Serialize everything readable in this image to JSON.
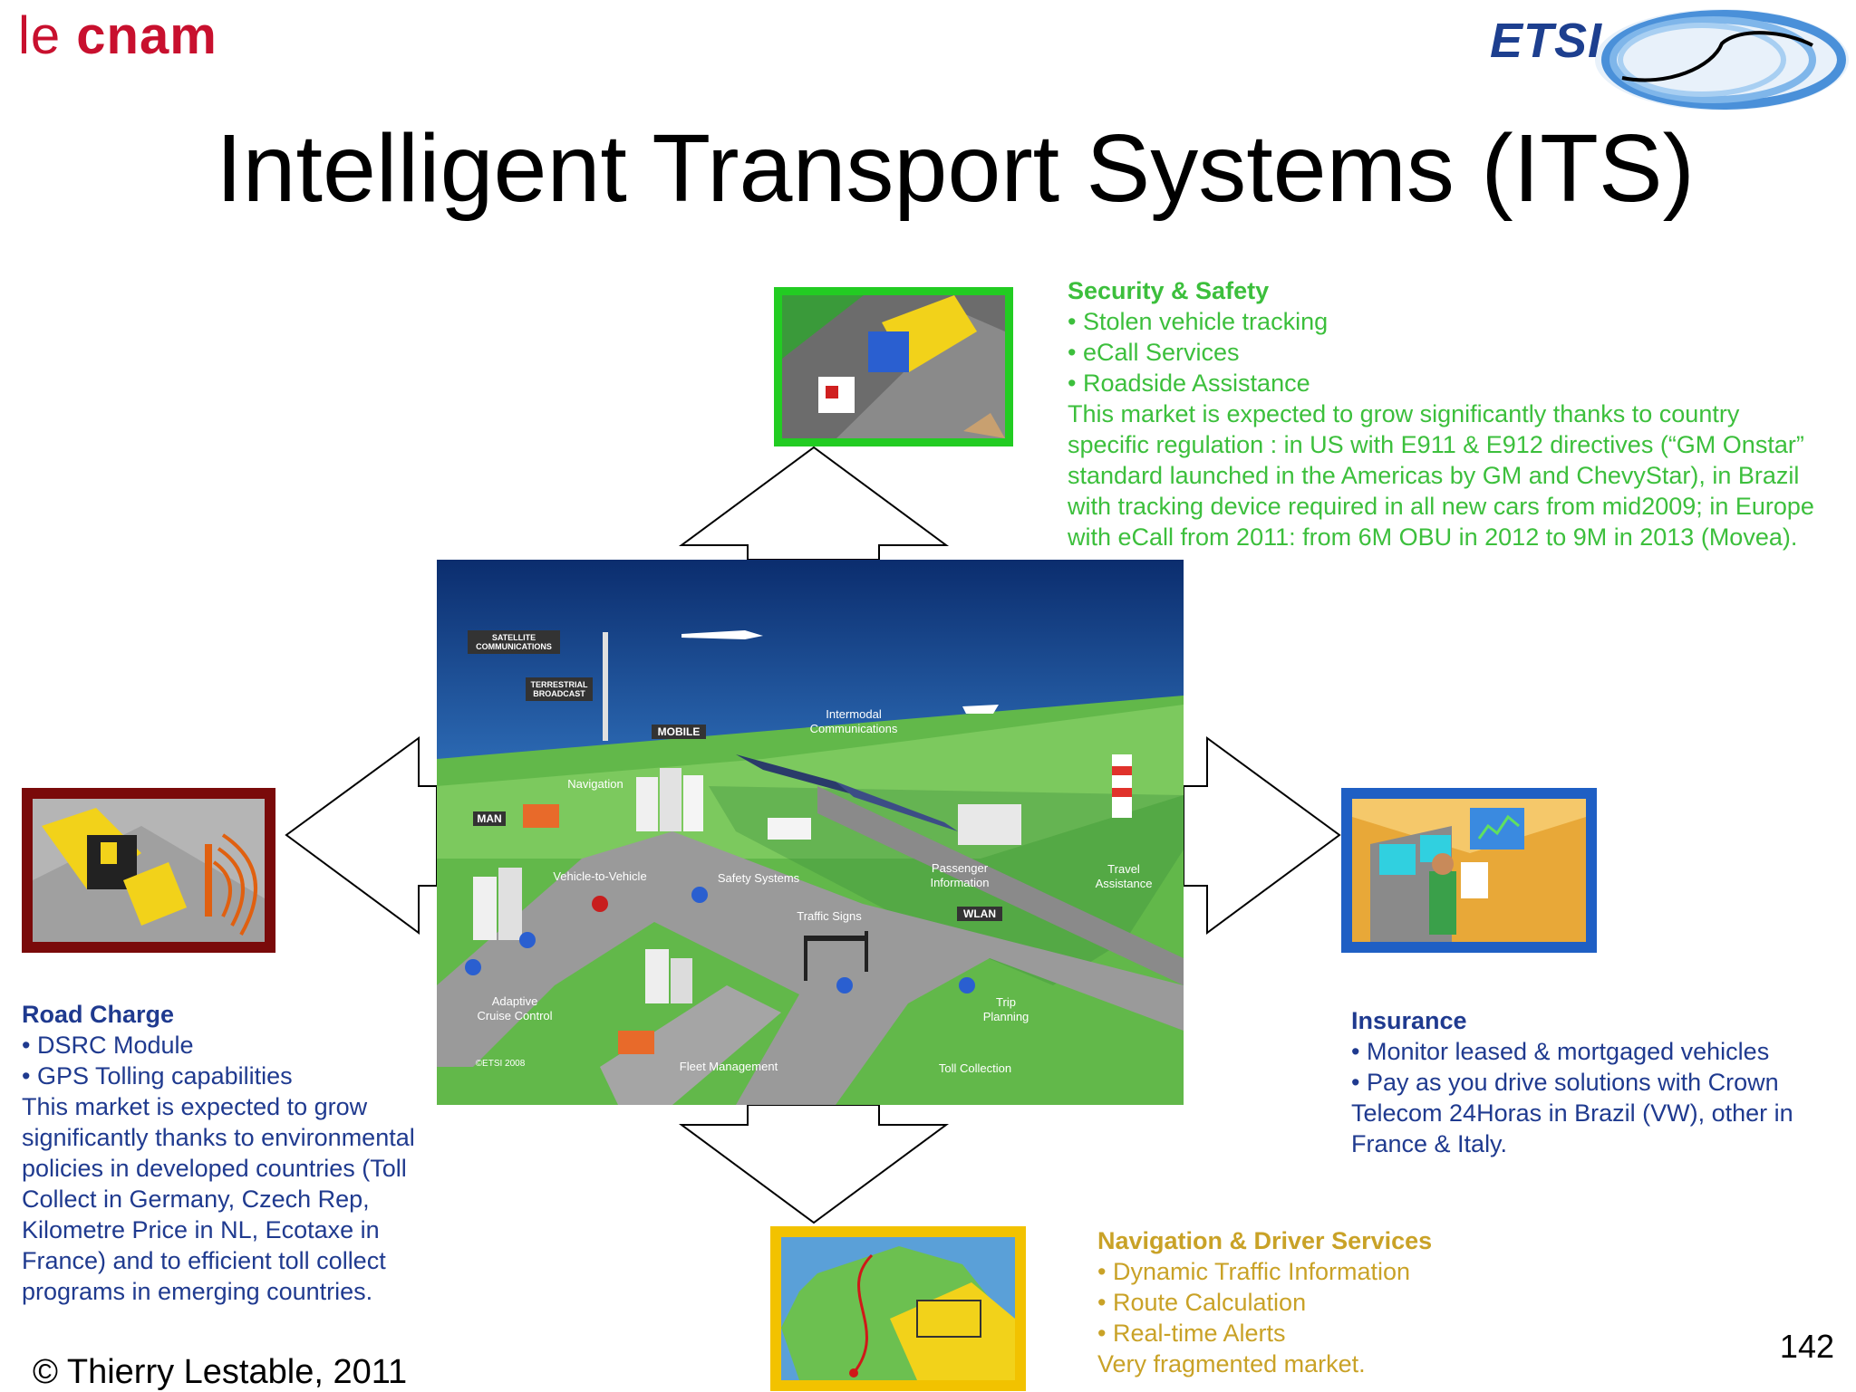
{
  "logos": {
    "cnam": {
      "le": "le ",
      "cnam": "cnam"
    },
    "etsi": "ETSI"
  },
  "title": "Intelligent Transport Systems (ITS)",
  "diagram": {
    "labels": {
      "satellite": [
        "SATELLITE",
        "COMMUNICATIONS"
      ],
      "terrestrial": [
        "TERRESTRIAL",
        "BROADCAST"
      ],
      "mobile": "MOBILE",
      "man": "MAN",
      "wlan": "WLAN",
      "navigation": "Navigation",
      "intermodal": [
        "Intermodal",
        "Communications"
      ],
      "vehicle_to_vehicle": "Vehicle-to-Vehicle",
      "safety_systems": "Safety Systems",
      "passenger_information": [
        "Passenger",
        "Information"
      ],
      "travel_assistance": [
        "Travel",
        "Assistance"
      ],
      "traffic_signs": "Traffic Signs",
      "adaptive_cruise_control": [
        "Adaptive",
        "Cruise Control"
      ],
      "trip_planning": [
        "Trip",
        "Planning"
      ],
      "fleet_management": "Fleet Management",
      "toll_collection": "Toll Collection",
      "copyright": "©ETSI 2008"
    }
  },
  "security": {
    "heading": "Security & Safety",
    "bullets": [
      "• Stolen vehicle tracking",
      "• eCall Services",
      "• Roadside Assistance"
    ],
    "body": [
      "This market is expected to grow significantly thanks to country",
      "specific regulation : in US with E911 & E912 directives (“GM Onstar”",
      "standard launched in the Americas by GM and ChevyStar), in Brazil",
      "with tracking device required in all new cars from mid2009; in Europe",
      "with eCall from 2011: from 6M OBU in 2012 to 9M in 2013 (Movea)."
    ]
  },
  "road_charge": {
    "heading": "Road Charge",
    "bullets": [
      "• DSRC Module",
      "• GPS Tolling capabilities"
    ],
    "body": [
      "This market is expected to grow",
      "significantly thanks to environmental",
      "policies in developed countries (Toll",
      "Collect in Germany, Czech Rep,",
      "Kilometre Price in NL, Ecotaxe in",
      "France) and to efficient toll collect",
      "programs in emerging countries."
    ]
  },
  "insurance": {
    "heading": "Insurance",
    "bullets": [
      "• Monitor leased & mortgaged vehicles",
      "• Pay as you drive solutions with Crown"
    ],
    "body": [
      "Telecom 24Horas in Brazil (VW), other in",
      "France & Italy."
    ]
  },
  "navigation": {
    "heading": "Navigation & Driver Services",
    "bullets": [
      "• Dynamic Traffic Information",
      "• Route Calculation",
      "• Real-time Alerts"
    ],
    "body": [
      "Very fragmented market."
    ]
  },
  "colors": {
    "security": "#3cbf3c",
    "road_charge": "#8b0000",
    "insurance": "#1f5fc4",
    "navigation": "#f2c200",
    "text_navy": "#1f3a8f",
    "text_gold": "#c9a227"
  },
  "page_number": "142",
  "copyright": "© Thierry Lestable, 2011"
}
